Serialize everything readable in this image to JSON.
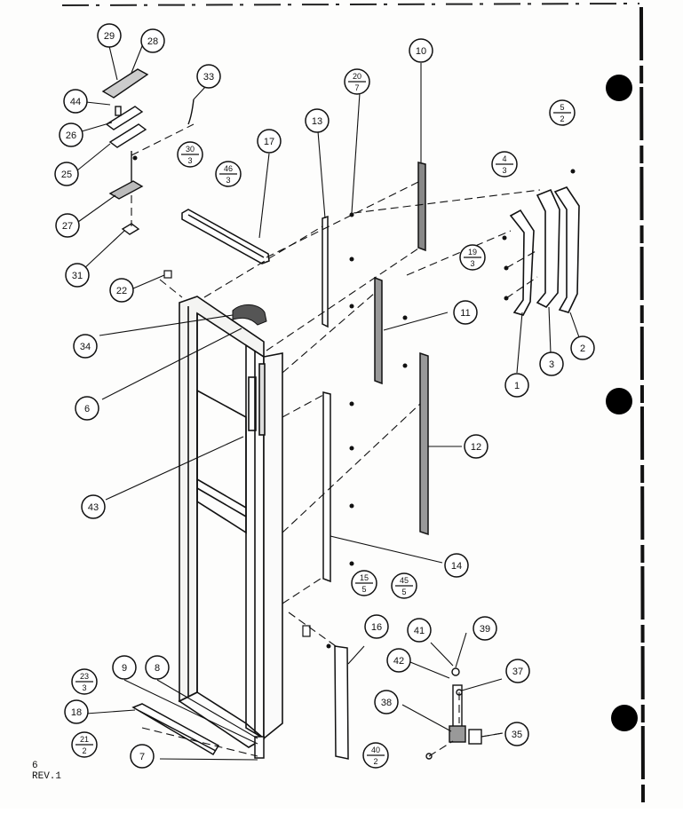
{
  "diagram": {
    "callouts": [
      {
        "id": "c29",
        "label": "29"
      },
      {
        "id": "c28",
        "label": "28"
      },
      {
        "id": "c44",
        "label": "44"
      },
      {
        "id": "c26",
        "label": "26"
      },
      {
        "id": "c25",
        "label": "25"
      },
      {
        "id": "c33",
        "label": "33"
      },
      {
        "id": "c27",
        "label": "27"
      },
      {
        "id": "c31",
        "label": "31"
      },
      {
        "id": "c22",
        "label": "22"
      },
      {
        "id": "c17",
        "label": "17"
      },
      {
        "id": "c13",
        "label": "13"
      },
      {
        "id": "c10",
        "label": "10"
      },
      {
        "id": "c1",
        "label": "1"
      },
      {
        "id": "c3",
        "label": "3"
      },
      {
        "id": "c2",
        "label": "2"
      },
      {
        "id": "c11",
        "label": "11"
      },
      {
        "id": "c34",
        "label": "34"
      },
      {
        "id": "c6",
        "label": "6"
      },
      {
        "id": "c12",
        "label": "12"
      },
      {
        "id": "c43",
        "label": "43"
      },
      {
        "id": "c14",
        "label": "14"
      },
      {
        "id": "c16",
        "label": "16"
      },
      {
        "id": "c41",
        "label": "41"
      },
      {
        "id": "c39",
        "label": "39"
      },
      {
        "id": "c42",
        "label": "42"
      },
      {
        "id": "c37",
        "label": "37"
      },
      {
        "id": "c38",
        "label": "38"
      },
      {
        "id": "c35",
        "label": "35"
      },
      {
        "id": "c9",
        "label": "9"
      },
      {
        "id": "c8",
        "label": "8"
      },
      {
        "id": "c18",
        "label": "18"
      },
      {
        "id": "c7",
        "label": "7"
      }
    ],
    "fractions": [
      {
        "id": "f20",
        "top": "20",
        "bottom": "7"
      },
      {
        "id": "f5",
        "top": "5",
        "bottom": "2"
      },
      {
        "id": "f30",
        "top": "30",
        "bottom": "3"
      },
      {
        "id": "f46",
        "top": "46",
        "bottom": "3"
      },
      {
        "id": "f4",
        "top": "4",
        "bottom": "3"
      },
      {
        "id": "f19",
        "top": "19",
        "bottom": "3"
      },
      {
        "id": "f15",
        "top": "15",
        "bottom": "5"
      },
      {
        "id": "f45",
        "top": "45",
        "bottom": "5"
      },
      {
        "id": "f23",
        "top": "23",
        "bottom": "3"
      },
      {
        "id": "f21",
        "top": "21",
        "bottom": "2"
      },
      {
        "id": "f40",
        "top": "40",
        "bottom": "2"
      }
    ]
  },
  "footer": {
    "page": "6",
    "revision": "REV.1"
  }
}
